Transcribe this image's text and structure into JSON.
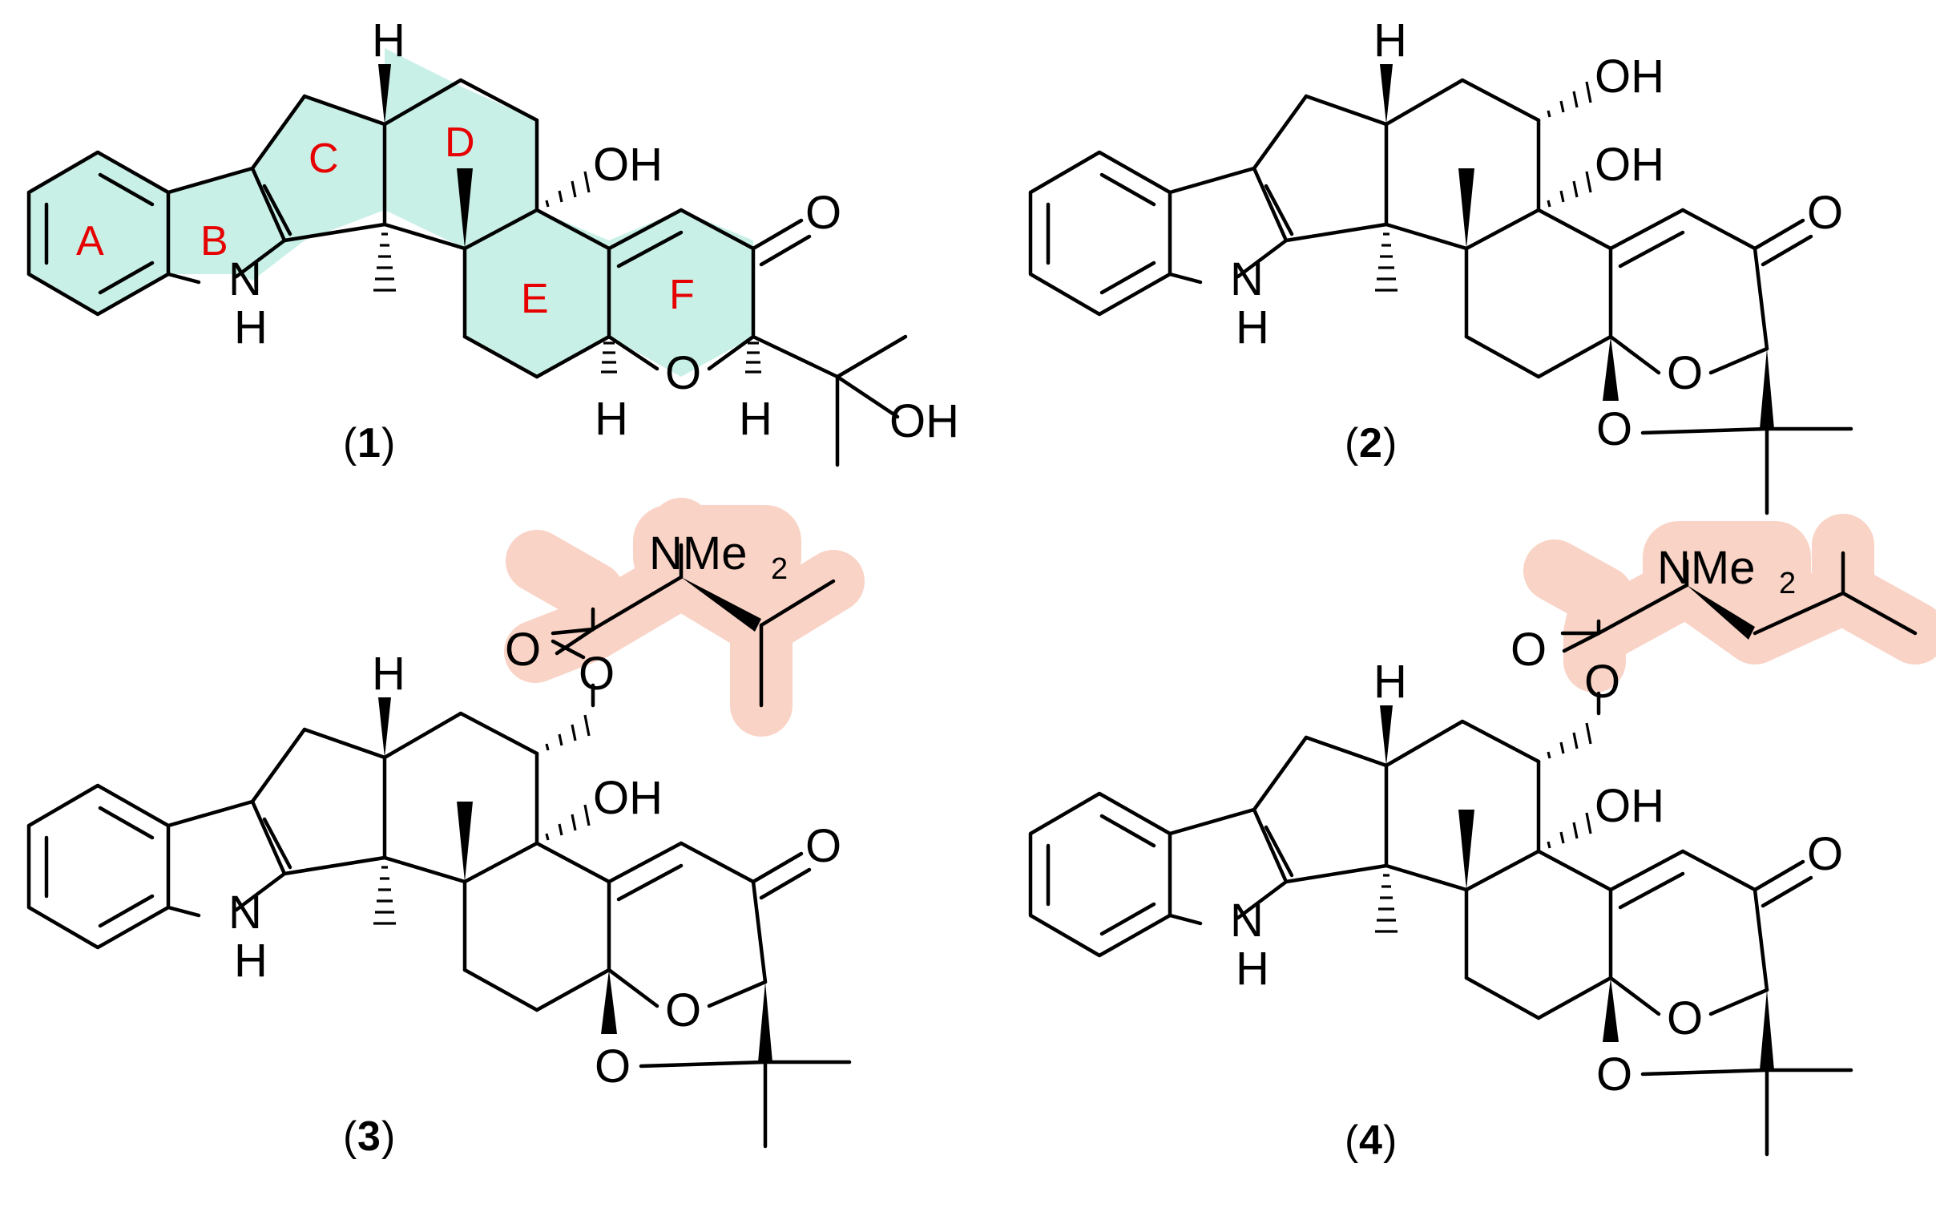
{
  "compounds": [
    {
      "number": "1",
      "ring_labels": [
        "A",
        "B",
        "C",
        "D",
        "E",
        "F"
      ],
      "atoms": {
        "NH_top": "N",
        "NH_bottom": "H",
        "H_top": "H",
        "OH": "OH",
        "ketone_O": "O",
        "ring_O": "O",
        "H_left": "H",
        "H_right": "H",
        "side_OH": "OH"
      }
    },
    {
      "number": "2",
      "atoms": {
        "NH_top": "N",
        "NH_bottom": "H",
        "H_top": "H",
        "OH_upper": "OH",
        "OH_lower": "OH",
        "ketone_O": "O",
        "ring_O": "O",
        "bridge_O": "O"
      }
    },
    {
      "number": "3",
      "atoms": {
        "NH_top": "N",
        "NH_bottom": "H",
        "H_top": "H",
        "OH": "OH",
        "ketone_O": "O",
        "ring_O": "O",
        "bridge_O": "O",
        "ester_O": "O",
        "carbonyl_O": "O",
        "amine": "NMe",
        "amine_sub": "2"
      }
    },
    {
      "number": "4",
      "atoms": {
        "NH_top": "N",
        "NH_bottom": "H",
        "H_top": "H",
        "OH": "OH",
        "ketone_O": "O",
        "ring_O": "O",
        "bridge_O": "O",
        "ester_O": "O",
        "carbonyl_O": "O",
        "amine": "NMe",
        "amine_sub": "2"
      }
    }
  ],
  "colors": {
    "ring_highlight": "#c9f0e7",
    "side_chain_highlight": "#f9d3c6",
    "ring_label": "#e60000",
    "bond": "#000000"
  }
}
